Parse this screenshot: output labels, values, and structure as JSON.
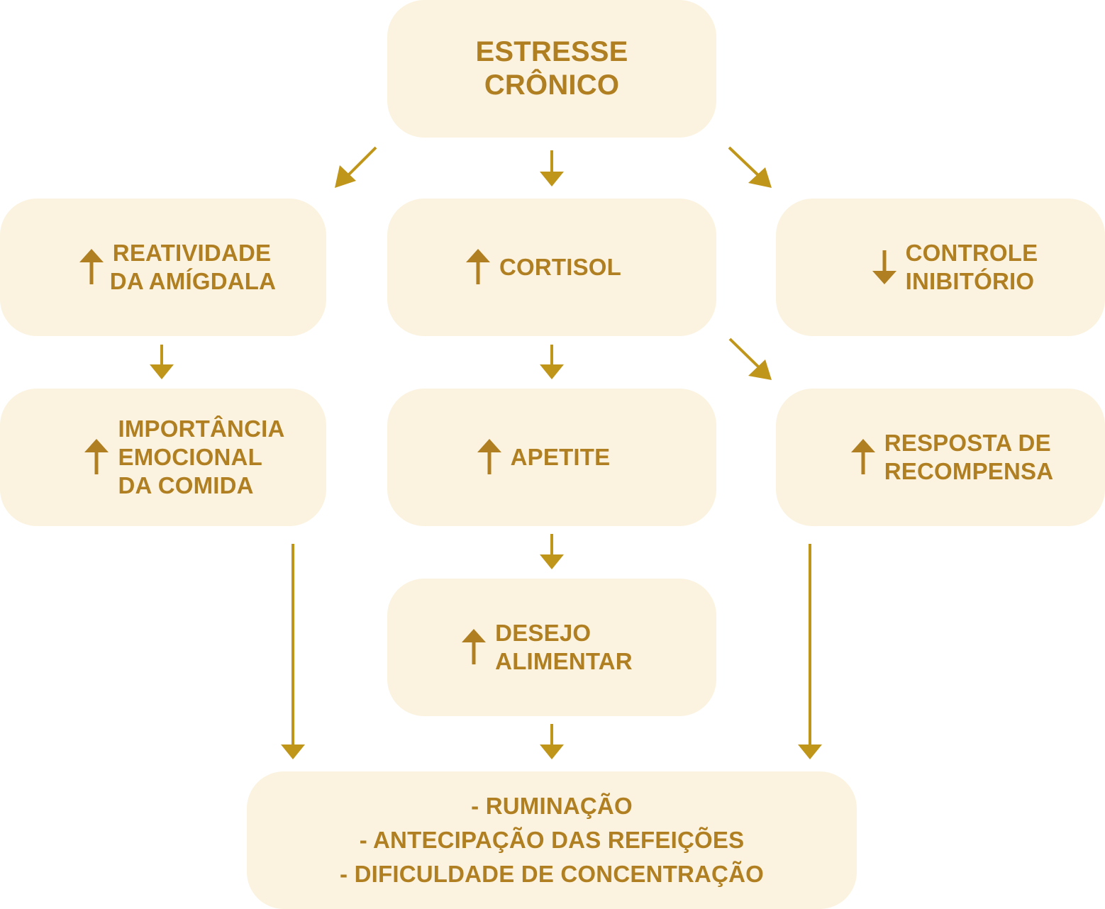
{
  "colors": {
    "box_fill": "#fbf3df",
    "text": "#b07f22",
    "indicator": "#b07f22",
    "connector": "#c0961a"
  },
  "root": {
    "lines": [
      "ESTRESSE",
      "CRÔNICO"
    ]
  },
  "nodes": {
    "amygdala": {
      "indicator": "up-arrow-icon",
      "lines": [
        "REATIVIDADE",
        "DA AMÍGDALA"
      ]
    },
    "cortisol": {
      "indicator": "up-arrow-icon",
      "lines": [
        "CORTISOL"
      ]
    },
    "inhibitory": {
      "indicator": "down-arrow-icon",
      "lines": [
        "CONTROLE",
        "INIBITÓRIO"
      ]
    },
    "emotional": {
      "indicator": "up-arrow-icon",
      "lines": [
        "IMPORTÂNCIA",
        "EMOCIONAL",
        "DA COMIDA"
      ]
    },
    "appetite": {
      "indicator": "up-arrow-icon",
      "lines": [
        "APETITE"
      ]
    },
    "reward": {
      "indicator": "up-arrow-icon",
      "lines": [
        "RESPOSTA DE",
        "RECOMPENSA"
      ]
    },
    "craving": {
      "indicator": "up-arrow-icon",
      "lines": [
        "DESEJO",
        "ALIMENTAR"
      ]
    }
  },
  "outcome": {
    "lines": [
      "- RUMINAÇÃO",
      "- ANTECIPAÇÃO DAS REFEIÇÕES",
      "- DIFICULDADE DE CONCENTRAÇÃO"
    ]
  },
  "edges": [
    {
      "from": "root",
      "to": "amygdala"
    },
    {
      "from": "root",
      "to": "cortisol"
    },
    {
      "from": "root",
      "to": "inhibitory"
    },
    {
      "from": "amygdala",
      "to": "emotional"
    },
    {
      "from": "cortisol",
      "to": "appetite"
    },
    {
      "from": "cortisol",
      "to": "reward"
    },
    {
      "from": "appetite",
      "to": "craving"
    },
    {
      "from": "emotional",
      "to": "outcome"
    },
    {
      "from": "craving",
      "to": "outcome"
    },
    {
      "from": "reward",
      "to": "outcome"
    }
  ]
}
